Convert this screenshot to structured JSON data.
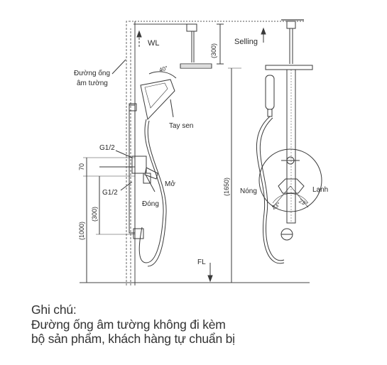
{
  "labels": {
    "wl": "WL",
    "selling": "Selling",
    "duong_ong_line1": "Đường ống",
    "duong_ong_line2": "âm tường",
    "angle_40": "40°",
    "tay_sen": "Tay sen",
    "g12_top": "G1/2",
    "g12_bottom": "G1/2",
    "mo": "Mở",
    "dong": "Đóng",
    "nong": "Nóng",
    "lanh": "Lạnh",
    "angle_23_left": "23°",
    "angle_23_right": "23°",
    "fl": "FL"
  },
  "dimensions": {
    "d300_top": "(300)",
    "d70": "70",
    "d300_mid": "(300)",
    "d1000": "(1000)",
    "d1650": "(1650)"
  },
  "note": {
    "line1": "Ghi chú:",
    "line2": "Đường ống âm tường không đi kèm",
    "line3": "bộ sản phẩm, khách hàng tự chuẩn bị"
  }
}
